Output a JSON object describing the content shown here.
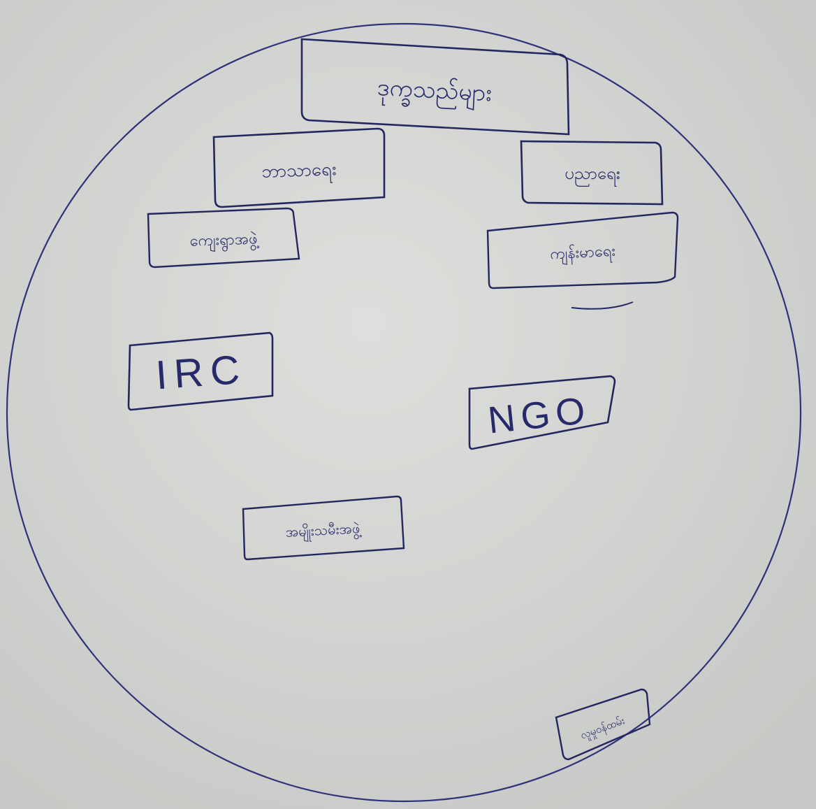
{
  "diagram": {
    "ink_color": "#2b2f74",
    "paper_color": "#d2d4d1",
    "boxes": [
      {
        "id": "top",
        "text": "ဒုက္ခသည်များ"
      },
      {
        "id": "upper-left",
        "text": "ဘာသာရေး"
      },
      {
        "id": "upper-right",
        "text": "ပညာရေး"
      },
      {
        "id": "mid-left",
        "text": "ကျေးရွာအဖွဲ့"
      },
      {
        "id": "mid-right",
        "text": "ကျန်းမာရေး"
      },
      {
        "id": "irc",
        "text": "IRC"
      },
      {
        "id": "ngo",
        "text": "NGO"
      },
      {
        "id": "bottom-center",
        "text": "အမျိုးသမီးအဖွဲ့"
      },
      {
        "id": "bottom-right",
        "text": "လူမှုဝန်ထမ်း"
      }
    ]
  }
}
